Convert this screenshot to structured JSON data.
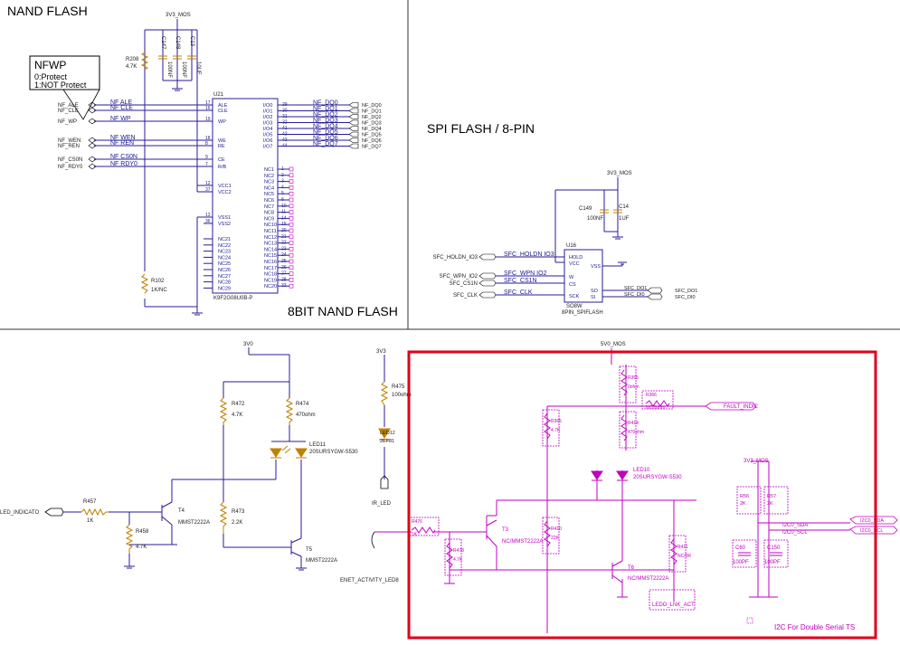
{
  "sections": {
    "nand_title": "NAND FLASH",
    "nand_subtitle": "8BIT NAND FLASH",
    "spi_title": "SPI FLASH / 8-PIN",
    "i2c_note": "I2C For Double Serial TS"
  },
  "nfwp_note": {
    "title": "NFWP",
    "line1": "0:Protect",
    "line2": "1:NOT Protect"
  },
  "nand": {
    "ref": "U21",
    "part": "K9F2G08U0B-P",
    "power": "3V3_MOS",
    "left_nets": [
      "NF_ALE",
      "NF_CLE",
      "NF_WP",
      "NF_WEN",
      "NF_REN",
      "NF_CS0N",
      "NF_RDY0"
    ],
    "left_pins": [
      "ALE",
      "CLE",
      "WP",
      "WE",
      "RE",
      "CE",
      "R/B",
      "VCC1",
      "VCC2",
      "VSS1",
      "VSS2"
    ],
    "left_pin_nums": [
      "17",
      "16",
      "19",
      "18",
      "8",
      "9",
      "7",
      "12",
      "37",
      "13",
      "36"
    ],
    "io_pins": [
      "I/O0",
      "I/O1",
      "I/O2",
      "I/O3",
      "I/O4",
      "I/O5",
      "I/O6",
      "I/O7"
    ],
    "io_nums": [
      "29",
      "30",
      "31",
      "32",
      "41",
      "42",
      "43",
      "44"
    ],
    "io_nets": [
      "NF_DQ0",
      "NF_DQ1",
      "NF_DQ2",
      "NF_DQ3",
      "NF_DQ4",
      "NF_DQ5",
      "NF_DQ6",
      "NF_DQ7"
    ],
    "nc_right": [
      "NC1",
      "NC2",
      "NC3",
      "NC4",
      "NC5",
      "NC6",
      "NC7",
      "NC8",
      "NC9",
      "NC10",
      "NC11",
      "NC12",
      "NC13",
      "NC14",
      "NC15",
      "NC16",
      "NC17",
      "NC18",
      "NC19",
      "NC20"
    ],
    "nc_right_nums": [
      "1",
      "2",
      "3",
      "4",
      "5",
      "6",
      "10",
      "11",
      "14",
      "15",
      "20",
      "21",
      "22",
      "23",
      "24",
      "25",
      "26",
      "27",
      "28",
      "33"
    ],
    "nc_left": [
      "NC21",
      "NC22",
      "NC23",
      "NC24",
      "NC25",
      "NC26",
      "NC27",
      "NC28",
      "NC29"
    ],
    "r208": {
      "ref": "R208",
      "val": "4.7K"
    },
    "r102": {
      "ref": "R102",
      "val": "1K/NC"
    },
    "caps": [
      {
        "ref": "C147",
        "val": "100NF"
      },
      {
        "ref": "C148",
        "val": "100NF"
      },
      {
        "ref": "C13",
        "val": "10UF"
      }
    ]
  },
  "spi": {
    "ref": "U16",
    "part": "SO8W",
    "subtitle": "8PIN_SPIFLASH",
    "power": "3V3_MOS",
    "c149": {
      "ref": "C149",
      "val": "100NF"
    },
    "c14": {
      "ref": "C14",
      "val": "1UF"
    },
    "left_ports": [
      "SFC_HOLDN_IO3",
      "SFC_WPN_IO2",
      "SFC_CS1N",
      "SFC_CLK"
    ],
    "left_nets": [
      "SFC_HOLDN_IO3",
      "SFC_WPN_IO2",
      "SFC_CS1N",
      "SFC_CLK"
    ],
    "pins_left": [
      "HOLD",
      "VCC",
      "W",
      "CS",
      "SCK"
    ],
    "pins_right": [
      "VSS",
      "SO",
      "SI"
    ],
    "right_nets": [
      "SFC_DO1",
      "SFC_DI0"
    ]
  },
  "led_circuit": {
    "power": "3V0",
    "input": "LED_INDICATO",
    "r457": {
      "ref": "R457",
      "val": "1K"
    },
    "r458": {
      "ref": "R458",
      "val": "4.7K"
    },
    "r472": {
      "ref": "R472",
      "val": "4.7K"
    },
    "r474": {
      "ref": "R474",
      "val": "470ohm"
    },
    "r473": {
      "ref": "R473",
      "val": "2.2K"
    },
    "led": {
      "ref": "LED11",
      "part": "20SURSYGW-S530"
    },
    "q1": {
      "ref": "T4",
      "part": "MMST2222A"
    },
    "q2": {
      "ref": "T5",
      "part": "MMST2222A"
    }
  },
  "ir_circuit": {
    "power": "3V3",
    "r475": {
      "ref": "R475",
      "val": "100ohm"
    },
    "led": {
      "ref": "LED12",
      "part": "2EF81"
    },
    "port": "IR_LED",
    "enet": "ENET_ACTIVITY_LED8"
  },
  "magenta": {
    "power": "5V0_MOS",
    "port_in": "FAULT_INDIC",
    "port_out": "LEDO_LNK_ACT",
    "parts": [
      {
        "ref": "R365",
        "val": "0ohm"
      },
      {
        "ref": "R366",
        "val": "NC/0ohm"
      },
      {
        "ref": "R414",
        "val": "470ohm"
      },
      {
        "ref": "R365",
        "val": "4.7K"
      },
      {
        "ref": "R410",
        "val": "22K"
      },
      {
        "ref": "R476",
        "val": "1K"
      },
      {
        "ref": "R478",
        "val": "4.7K"
      },
      {
        "ref": "R411",
        "val": "NC/0R"
      }
    ],
    "led": {
      "ref": "LED10",
      "part": "20SURSYGW-S530"
    },
    "q3": {
      "ref": "T3",
      "part": "NC/MMST2222A"
    },
    "q4": {
      "ref": "T6",
      "part": "NC/MMST2222A"
    },
    "i2c_power": "3V3_MOS",
    "i2c_parts": [
      {
        "ref": "R56",
        "val": "2K"
      },
      {
        "ref": "R57",
        "val": "2K"
      },
      {
        "ref": "C60",
        "val": "100PF"
      },
      {
        "ref": "C150",
        "val": "100PF"
      }
    ],
    "i2c_nets": [
      "I2C0_SDA",
      "I2C0_SCL"
    ],
    "i2c_ports": [
      "I2C0_SDA",
      "I2C0_SCL"
    ]
  },
  "colors": {
    "wire": "#2b1b9a",
    "net": "#1a1a8c",
    "magenta": "#c000c0",
    "highlight": "#e0001a",
    "led": "#c08000",
    "label": "#222222"
  }
}
